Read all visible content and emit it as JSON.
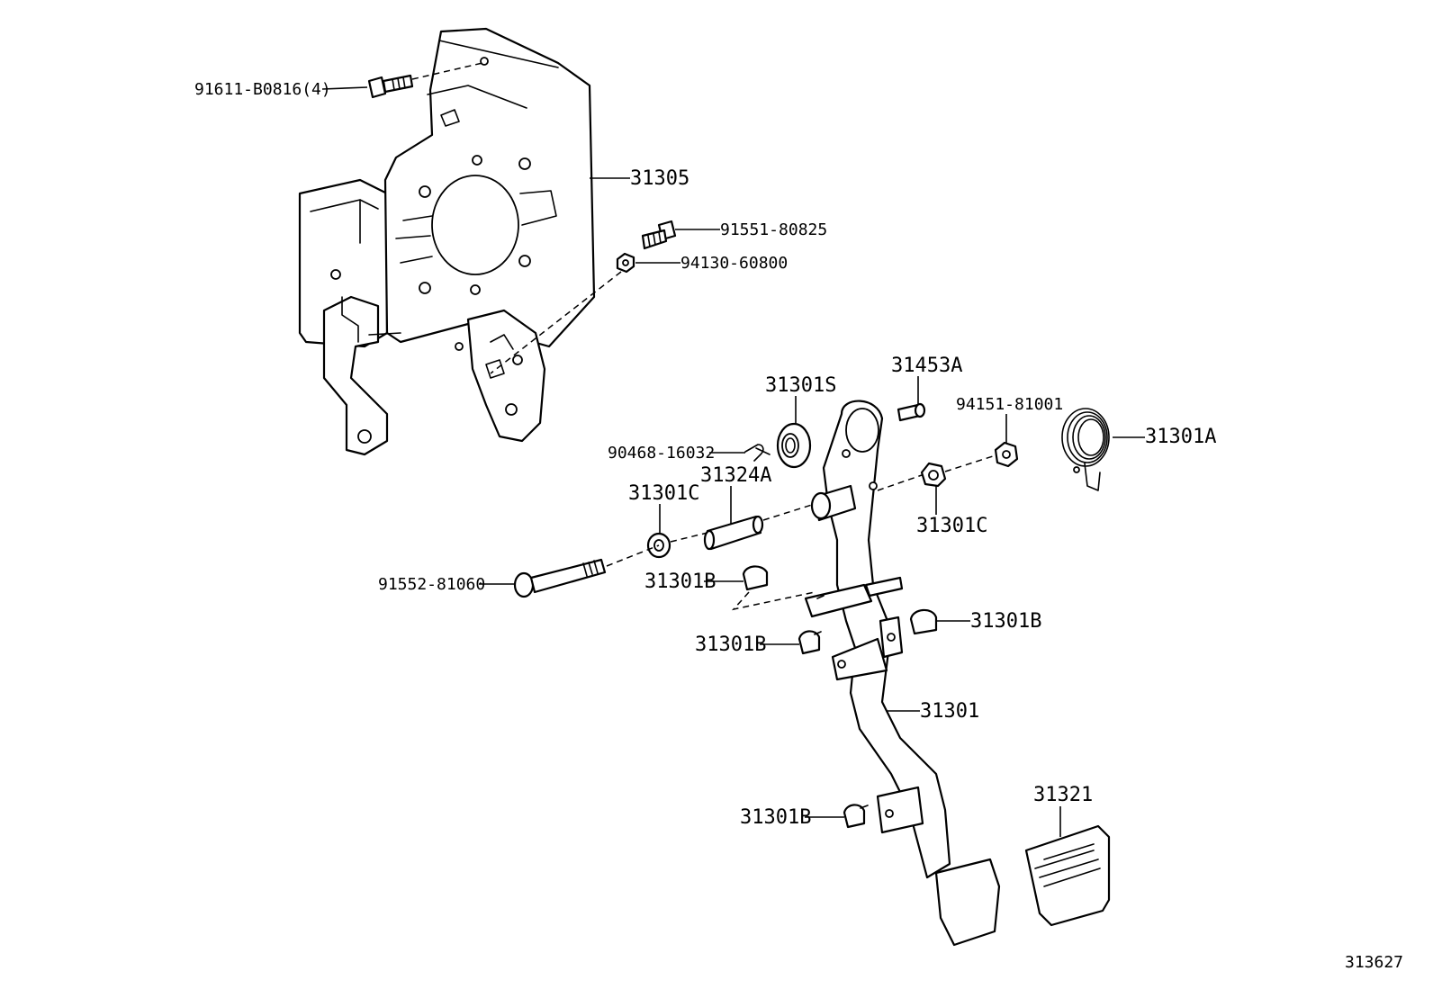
{
  "labels": {
    "bolt_top": "91611-B0816(4)",
    "bracket": "31305",
    "bolt_bracket": "91551-80825",
    "nut_bracket": "94130-60800",
    "bushing_s": "31301S",
    "pin_a": "31453A",
    "nut_spring": "94151-81001",
    "spring": "31301A",
    "clip": "90468-16032",
    "collar": "31324A",
    "bushing_c_left": "31301C",
    "bushing_c_right": "31301C",
    "bolt_pivot": "91552-81060",
    "cushion_upper": "31301B",
    "cushion_right": "31301B",
    "cushion_left": "31301B",
    "pedal_lever": "31301",
    "pedal_pad": "31321",
    "cushion_lower": "31301B"
  },
  "diagram_id": "313627"
}
